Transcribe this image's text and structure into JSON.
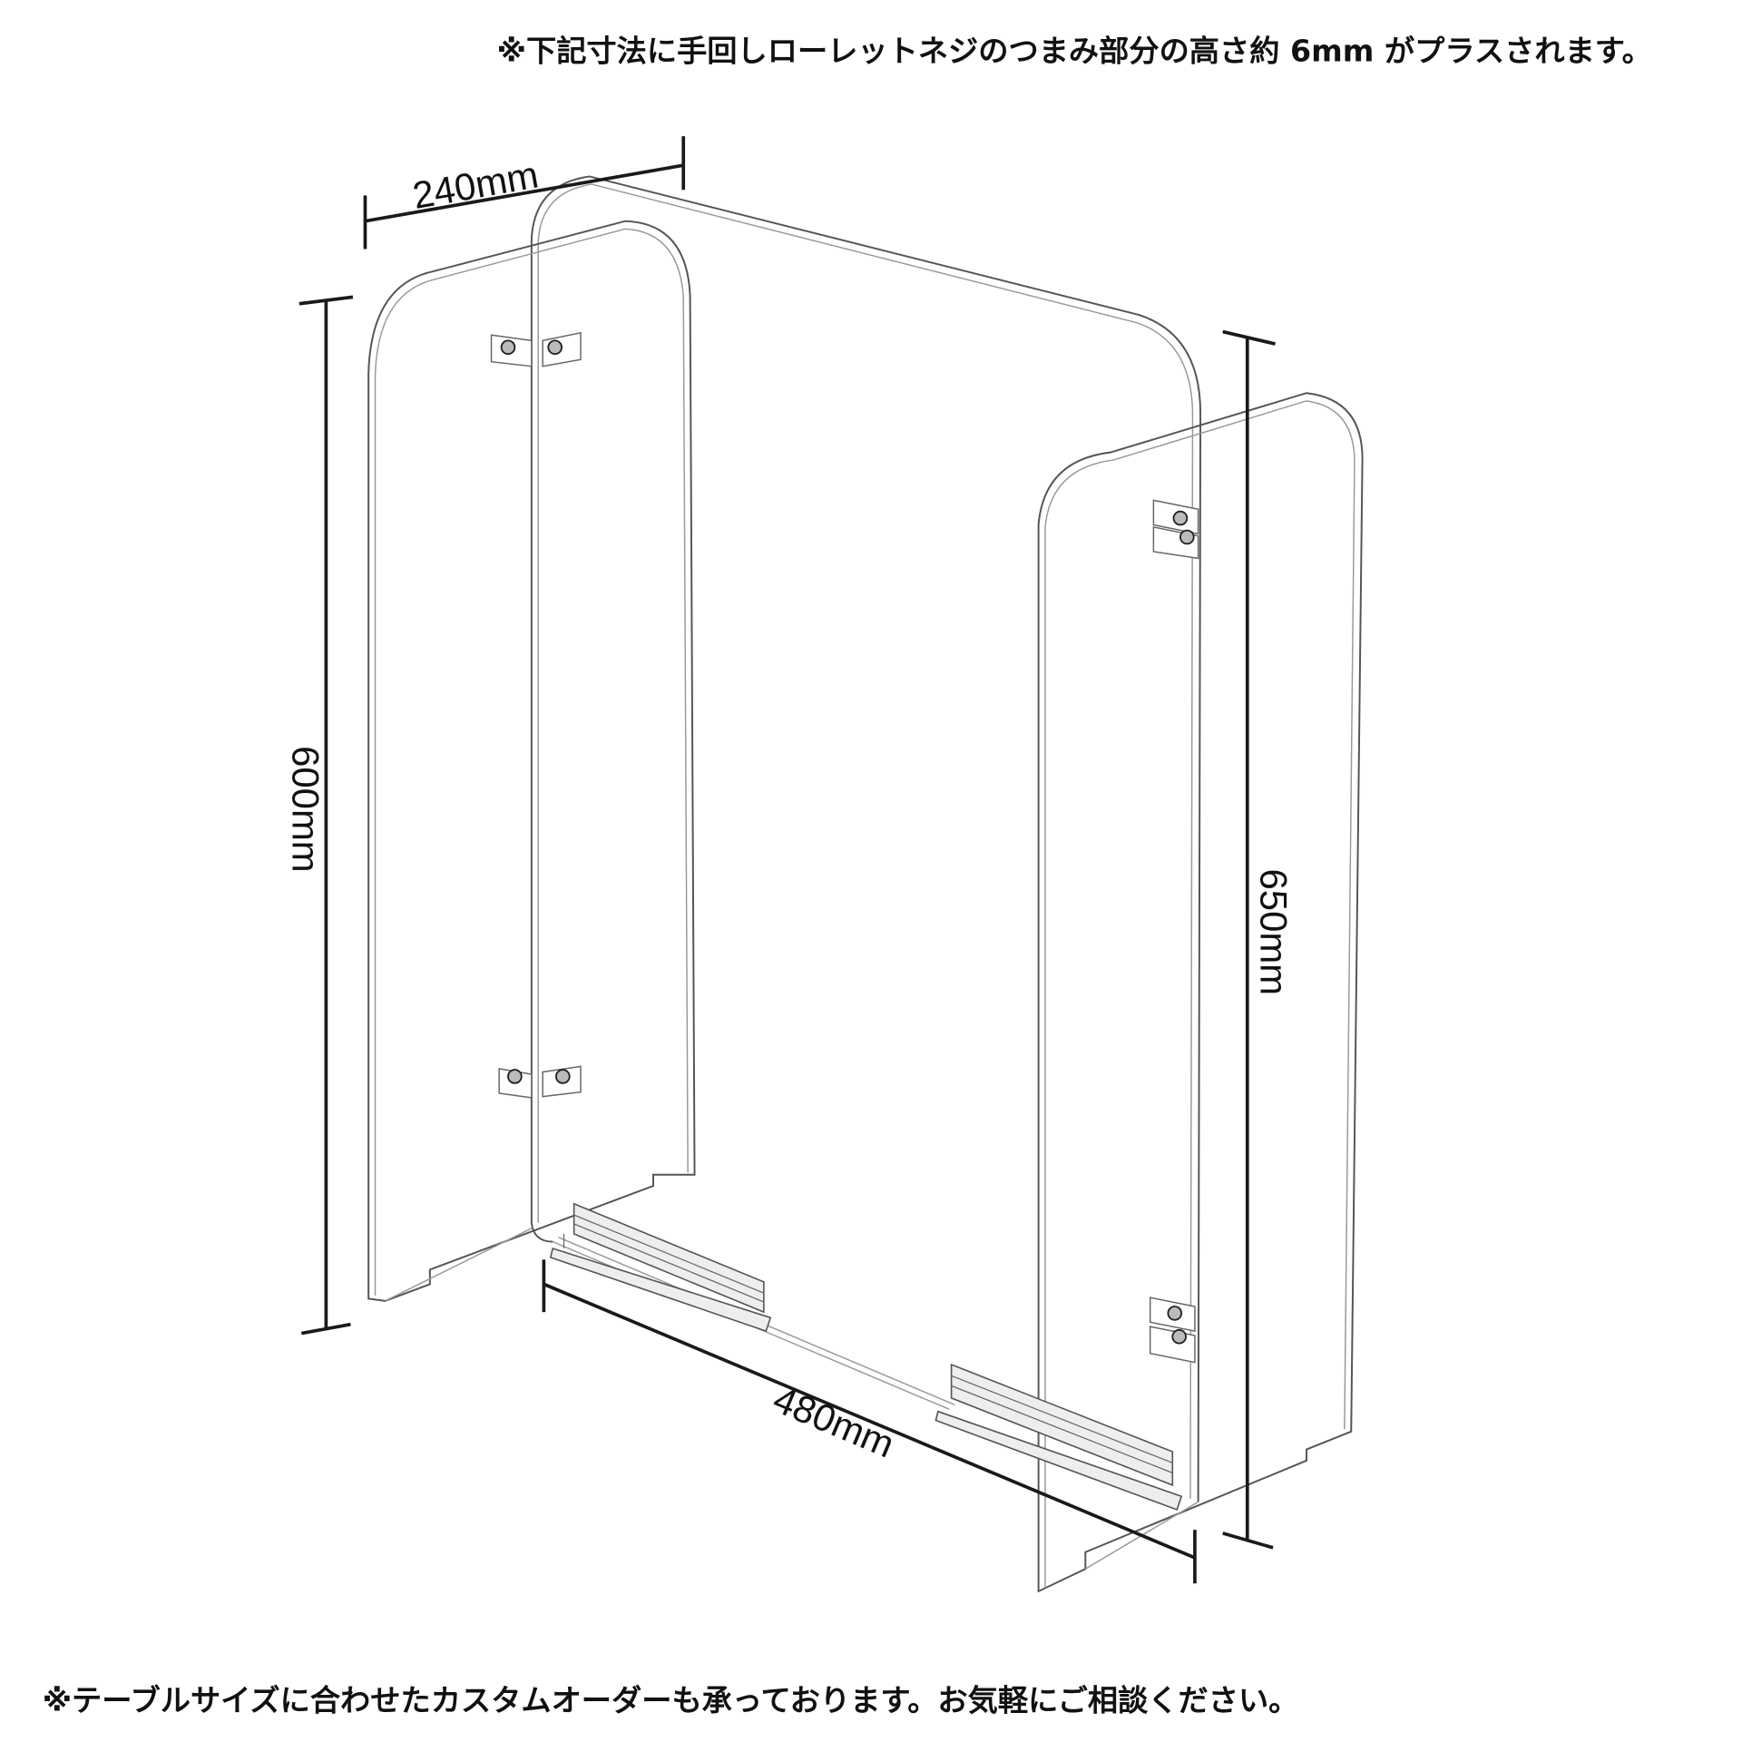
{
  "notes": {
    "top": "※下記寸法に手回しローレットネジのつまみ部分の高さ約 6mm がプラスされます。",
    "bottom": "※テーブルサイズに合わせたカスタムオーダーも承っております。お気軽にご相談ください。"
  },
  "dimensions": {
    "depth": "240mm",
    "side_height": "600mm",
    "back_height": "650mm",
    "width": "480mm"
  },
  "colors": {
    "line": "#1a1a1a",
    "panel_edge": "#555555"
  }
}
